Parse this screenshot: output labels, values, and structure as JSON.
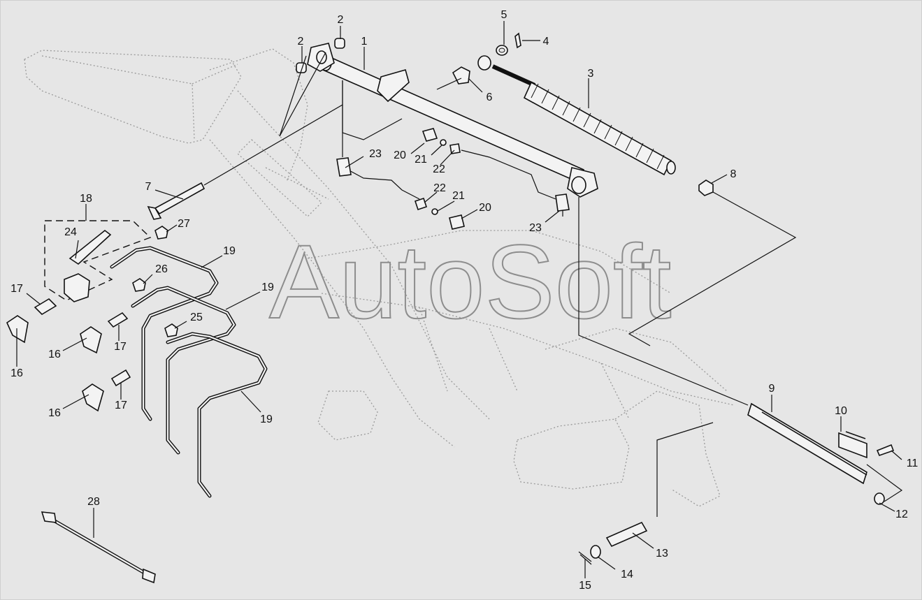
{
  "watermark": "AutoSoft",
  "callouts": [
    "1",
    "2",
    "2",
    "3",
    "4",
    "5",
    "6",
    "7",
    "8",
    "9",
    "10",
    "11",
    "12",
    "13",
    "14",
    "15",
    "16",
    "16",
    "16",
    "17",
    "17",
    "17",
    "18",
    "19",
    "19",
    "19",
    "20",
    "20",
    "21",
    "21",
    "22",
    "22",
    "23",
    "23",
    "24",
    "25",
    "26",
    "27",
    "28"
  ]
}
